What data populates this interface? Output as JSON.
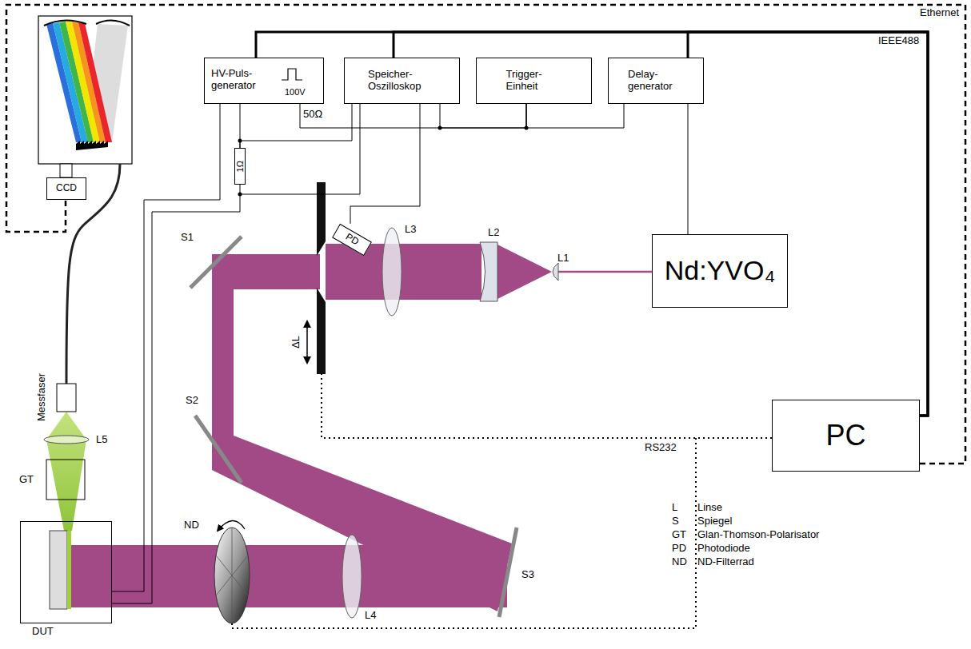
{
  "diagram": {
    "nodes": [
      {
        "text": [
          "HV-Puls- generator",
          "100V"
        ]
      },
      {
        "text": [
          "Speicher- Oszilloskop"
        ]
      },
      {
        "text": [
          "Trigger- Einheit"
        ]
      },
      {
        "text": [
          "Delay- generator"
        ]
      },
      {
        "text": [
          "Nd:YVO₄"
        ]
      },
      {
        "text": [
          "PC"
        ]
      },
      {
        "text": [
          "CCD"
        ]
      },
      {
        "text": [
          "PD"
        ]
      },
      {
        "text": [
          "1Ω"
        ]
      },
      {
        "text": [
          "DUT"
        ]
      }
    ],
    "edges": [
      {
        "from": 5,
        "to": 0,
        "arrow": "none"
      },
      {
        "from": 5,
        "to": 1,
        "arrow": "none"
      },
      {
        "from": 5,
        "to": 3,
        "arrow": "none"
      },
      {
        "from": 5,
        "to": 6,
        "arrow": "none"
      },
      {
        "from": 0,
        "to": 2,
        "arrow": "none"
      },
      {
        "from": 1,
        "to": 2,
        "arrow": "none"
      },
      {
        "from": 2,
        "to": 3,
        "arrow": "none"
      },
      {
        "from": 3,
        "to": 4,
        "arrow": "none"
      },
      {
        "from": 1,
        "to": 7,
        "arrow": "none"
      },
      {
        "from": 0,
        "to": 8,
        "arrow": "none"
      },
      {
        "from": 1,
        "to": 8,
        "arrow": "none"
      },
      {
        "from": 8,
        "to": 9,
        "arrow": "none"
      },
      {
        "from": 0,
        "to": 9,
        "arrow": "none"
      }
    ],
    "labels": [
      "Ethernet",
      "IEEE488",
      "50Ω",
      "L1",
      "L2",
      "L3",
      "S1",
      "ΔL",
      "S2",
      "S3",
      "ND",
      "L4",
      "L5",
      "GT",
      "Messfaser",
      "RS232",
      "L",
      "Linse",
      "S",
      "Spiegel",
      "GT",
      "Glan-Thomson-Polarisator",
      "PD",
      "Photodiode",
      "ND",
      "ND-Filterrad"
    ]
  }
}
